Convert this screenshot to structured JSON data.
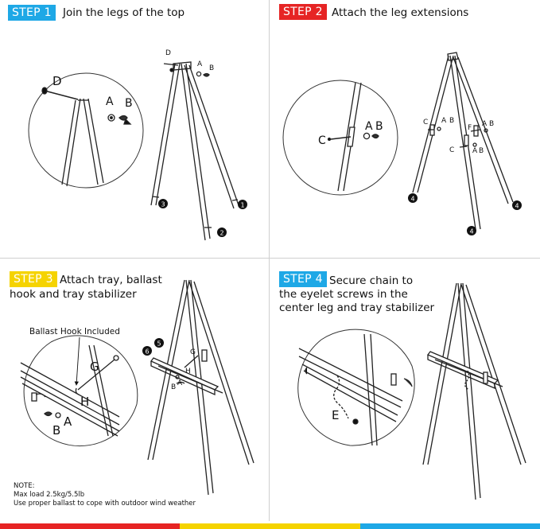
{
  "steps": [
    {
      "badge": "STEP 1",
      "title": "Join the legs of the top",
      "badge_color": "#1ea8e6"
    },
    {
      "badge": "STEP 2",
      "title": "Attach the leg extensions",
      "badge_color": "#e62424"
    },
    {
      "badge": "STEP 3",
      "title_line1": "Attach tray, ballast",
      "title_line2": "hook and tray stabilizer",
      "badge_color": "#f5d300"
    },
    {
      "badge": "STEP 4",
      "title_line1": "Secure chain to",
      "title_line2": "the eyelet screws in the",
      "title_line3": "center leg and tray stabilizer",
      "badge_color": "#1ea8e6"
    }
  ],
  "labels": {
    "A": "A",
    "B": "B",
    "C": "C",
    "D": "D",
    "E": "E",
    "F": "F",
    "G": "G",
    "H": "H",
    "n1": "1",
    "n2": "2",
    "n3": "3",
    "n4": "4",
    "n5": "5",
    "n6": "6",
    "ballast_hook": "Ballast Hook Included"
  },
  "note": {
    "line1": "NOTE:",
    "line2": "Max load 2.5kg/5.5lb",
    "line3": "Use proper ballast to cope with outdoor wind weather"
  },
  "bottom_bar_colors": [
    "#e62424",
    "#f5d300",
    "#1ea8e6"
  ]
}
